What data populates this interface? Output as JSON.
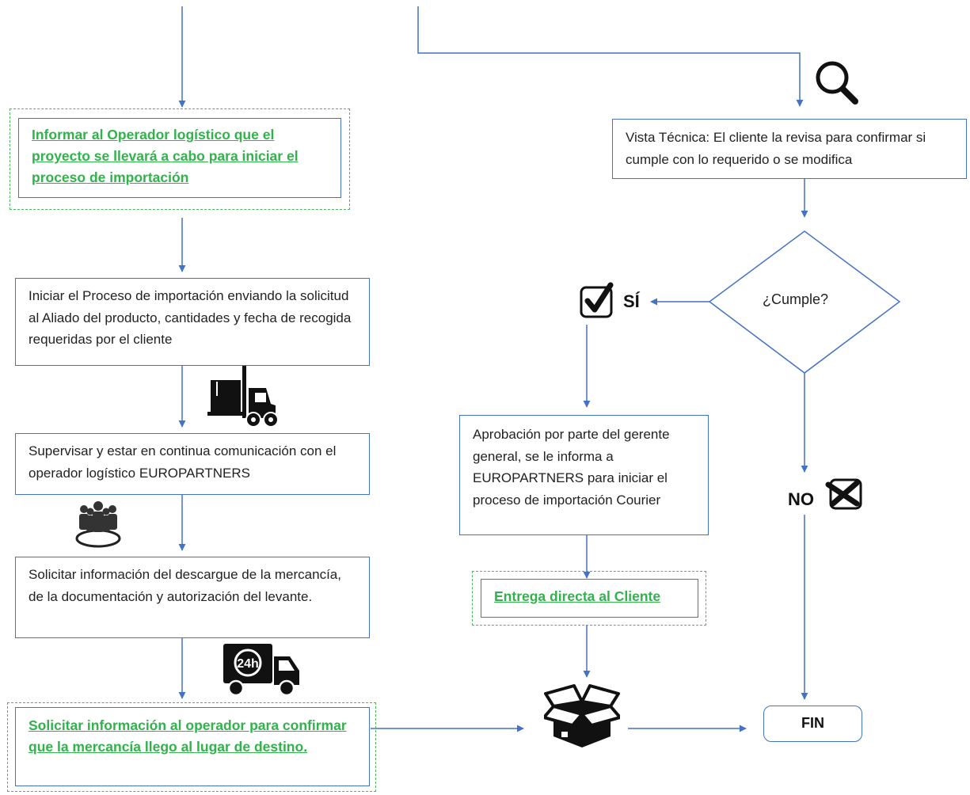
{
  "steps": {
    "informar": "Informar al Operador logístico que el proyecto se llevará a cabo para  iniciar el proceso de importación",
    "iniciar": "Iniciar el Proceso de importación enviando la solicitud al Aliado del producto, cantidades y fecha de recogida requeridas por el cliente",
    "supervisar": "Supervisar y estar en continua comunicación con el operador logístico EUROPARTNERS",
    "solicitar_descargue": "Solicitar información del descargue de la mercancía, de la documentación y autorización del levante.",
    "solicitar_confirmar": "Solicitar información al operador para confirmar que la mercancía llego al lugar de destino.",
    "vista_tecnica": "Vista Técnica: El cliente la revisa para confirmar si cumple con lo requerido  o se modifica",
    "decision": "¿Cumple?",
    "yes_label": "SÍ",
    "no_label": "NO",
    "aprobacion": "Aprobación por parte del gerente general, se le informa a EUROPARTNERS para iniciar el proceso de importación Courier",
    "entrega": "Entrega directa al Cliente",
    "fin": "FIN"
  },
  "icons": {
    "job": "job-search-icon",
    "forklift": "forklift-icon",
    "team": "team-icon",
    "truck": "delivery-truck-24h-icon",
    "check": "checkbox-check-icon",
    "cross": "checkbox-cross-icon",
    "box": "open-box-icon",
    "truck_badge": "24h"
  },
  "colors": {
    "arrow": "#4472c4",
    "link_text": "#2fb34a",
    "dash_border": "#49b658"
  }
}
